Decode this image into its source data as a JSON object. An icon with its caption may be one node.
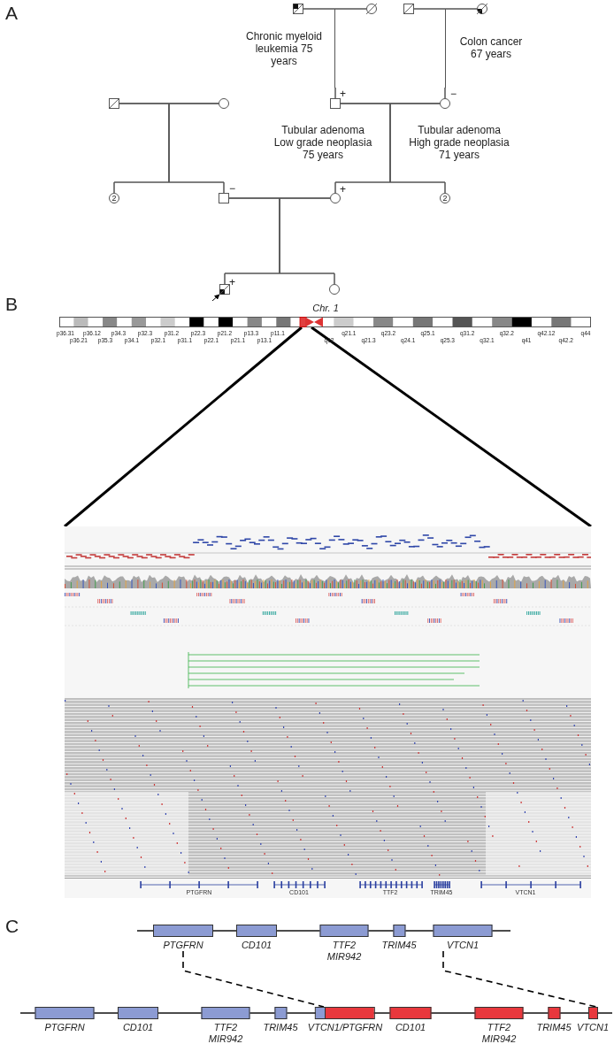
{
  "diagram": {
    "nodes": [
      {
        "text": [],
        "shape": "square",
        "beside": [
          "Chronic myeloid leukemia 75 years"
        ]
      },
      {
        "text": [],
        "shape": "circle"
      },
      {
        "text": [],
        "shape": "square"
      },
      {
        "text": [],
        "shape": "circle",
        "beside": [
          "Colon cancer 67 years"
        ]
      },
      {
        "text": [],
        "shape": "square"
      },
      {
        "text": [],
        "shape": "circle"
      },
      {
        "text": [],
        "shape": "square",
        "beside": [
          "+",
          "Tubular adenoma Low grade neoplasia 75 years"
        ]
      },
      {
        "text": [],
        "shape": "circle",
        "beside": [
          "−",
          "Tubular adenoma High grade neoplasia 71 years"
        ]
      },
      {
        "text": [
          "2"
        ]
      },
      {
        "text": [],
        "shape": "square",
        "beside": [
          "−"
        ]
      },
      {
        "text": [],
        "shape": "circle",
        "beside": [
          "+"
        ]
      },
      {
        "text": [
          "2"
        ]
      },
      {
        "text": [],
        "shape": "square",
        "beside": [
          "+"
        ]
      },
      {
        "text": [],
        "shape": "circle"
      },
      {
        "text": [],
        "shape": "bar",
        "beside": [
          "p36.31",
          "p36.21",
          "p36.12",
          "p35.3",
          "p34.3",
          "p34.1",
          "p32.3",
          "p32.1",
          "p31.2",
          "p31.1",
          "p22.3",
          "p22.1",
          "p21.2",
          "p21.1",
          "p13.3",
          "p13.1",
          "p11.1",
          "q12",
          "q21.1",
          "q21.3",
          "q23.2",
          "q24.1",
          "q25.1",
          "q25.3",
          "q31.2",
          "q32.1",
          "q32.2",
          "q41",
          "q42.12",
          "q42.2",
          "q44"
        ]
      },
      {
        "text": [],
        "shape": "picture"
      },
      {
        "text": [
          "PTGFRN"
        ]
      },
      {
        "text": [
          "CD101"
        ]
      },
      {
        "text": [
          "TTF2",
          "MIR942"
        ]
      },
      {
        "text": [
          "TRIM45"
        ]
      },
      {
        "text": [
          "VTCN1"
        ]
      },
      {
        "text": [
          "PTGFRN"
        ]
      },
      {
        "text": [
          "CD101"
        ]
      },
      {
        "text": [
          "TTF2",
          "MIR942"
        ]
      },
      {
        "text": [
          "TRIM45"
        ]
      },
      {
        "text": [
          "VTCN1/PTGFRN"
        ]
      },
      {
        "text": [
          "CD101"
        ]
      },
      {
        "text": [
          "TTF2",
          "MIR942"
        ]
      },
      {
        "text": [
          "TRIM45"
        ]
      },
      {
        "text": [
          "VTCN1"
        ]
      }
    ],
    "edges": [
      {
        "from": 0,
        "to": 1,
        "arrow": "none"
      },
      {
        "from": 2,
        "to": 3,
        "arrow": "none"
      },
      {
        "from": 4,
        "to": 5,
        "arrow": "none"
      },
      {
        "from": 6,
        "to": 7,
        "arrow": "none"
      },
      {
        "from": 9,
        "to": 10,
        "arrow": "none"
      },
      {
        "from": 0,
        "to": 6,
        "arrow": "none"
      },
      {
        "from": 1,
        "to": 6,
        "arrow": "none"
      },
      {
        "from": 2,
        "to": 7,
        "arrow": "none"
      },
      {
        "from": 3,
        "to": 7,
        "arrow": "none"
      },
      {
        "from": 4,
        "to": 8,
        "arrow": "none"
      },
      {
        "from": 5,
        "to": 8,
        "arrow": "none"
      },
      {
        "from": 4,
        "to": 9,
        "arrow": "none"
      },
      {
        "from": 5,
        "to": 9,
        "arrow": "none"
      },
      {
        "from": 6,
        "to": 10,
        "arrow": "none"
      },
      {
        "from": 7,
        "to": 10,
        "arrow": "none"
      },
      {
        "from": 6,
        "to": 11,
        "arrow": "none"
      },
      {
        "from": 7,
        "to": 11,
        "arrow": "none"
      },
      {
        "from": 9,
        "to": 12,
        "arrow": "none"
      },
      {
        "from": 10,
        "to": 12,
        "arrow": "none"
      },
      {
        "from": 9,
        "to": 13,
        "arrow": "none"
      },
      {
        "from": 10,
        "to": 13,
        "arrow": "none"
      },
      {
        "from": 14,
        "to": 15,
        "arrow": "none",
        "style": "thick",
        "color": "#000000"
      },
      {
        "from": 14,
        "to": 15,
        "arrow": "none",
        "style": "thick",
        "color": "#000000"
      },
      {
        "from": 16,
        "to": 25,
        "arrow": "none",
        "style": "dashed",
        "color": "#000000"
      },
      {
        "from": 20,
        "to": 29,
        "arrow": "none",
        "style": "dashed",
        "color": "#000000"
      },
      {
        "from": null,
        "to": 12,
        "arrow": "to",
        "color": "#000000"
      }
    ],
    "labels": [
      "A",
      "B",
      "Chr. 1",
      "PTGFRN",
      "CD101",
      "TTF2",
      "TRIM45",
      "VTCN1",
      "C"
    ]
  }
}
